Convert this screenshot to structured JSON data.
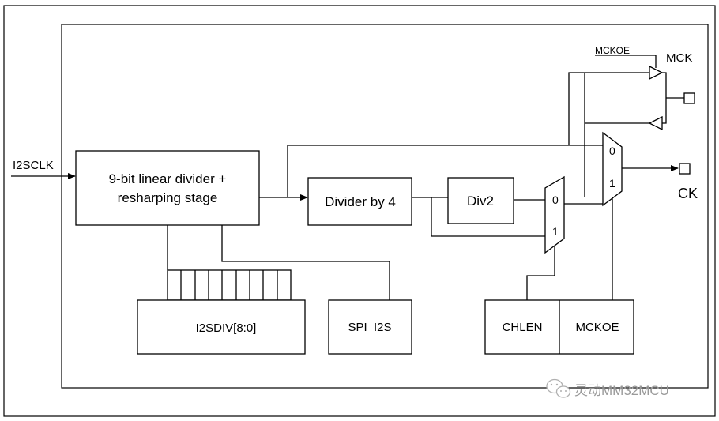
{
  "diagram": {
    "input_signal": "I2SCLK",
    "blocks": {
      "linear_divider_line1": "9-bit linear divider +",
      "linear_divider_line2": "resharping stage",
      "divider_by_4": "Divider by 4",
      "div2": "Div2",
      "i2sdiv": "I2SDIV[8:0]",
      "spi_i2s": "SPI_I2S",
      "chlen": "CHLEN",
      "mckoe": "MCKOE"
    },
    "mux_small": {
      "input0": "0",
      "input1": "1"
    },
    "mux_large": {
      "input0": "0",
      "input1": "1"
    },
    "mckoe_control_label": "MCKOE",
    "outputs": {
      "mck": "MCK",
      "ck": "CK"
    },
    "i2sdiv_bit_cells": 9
  },
  "watermark": {
    "text": "灵动MM32MCU",
    "icon": "wechat-icon"
  }
}
